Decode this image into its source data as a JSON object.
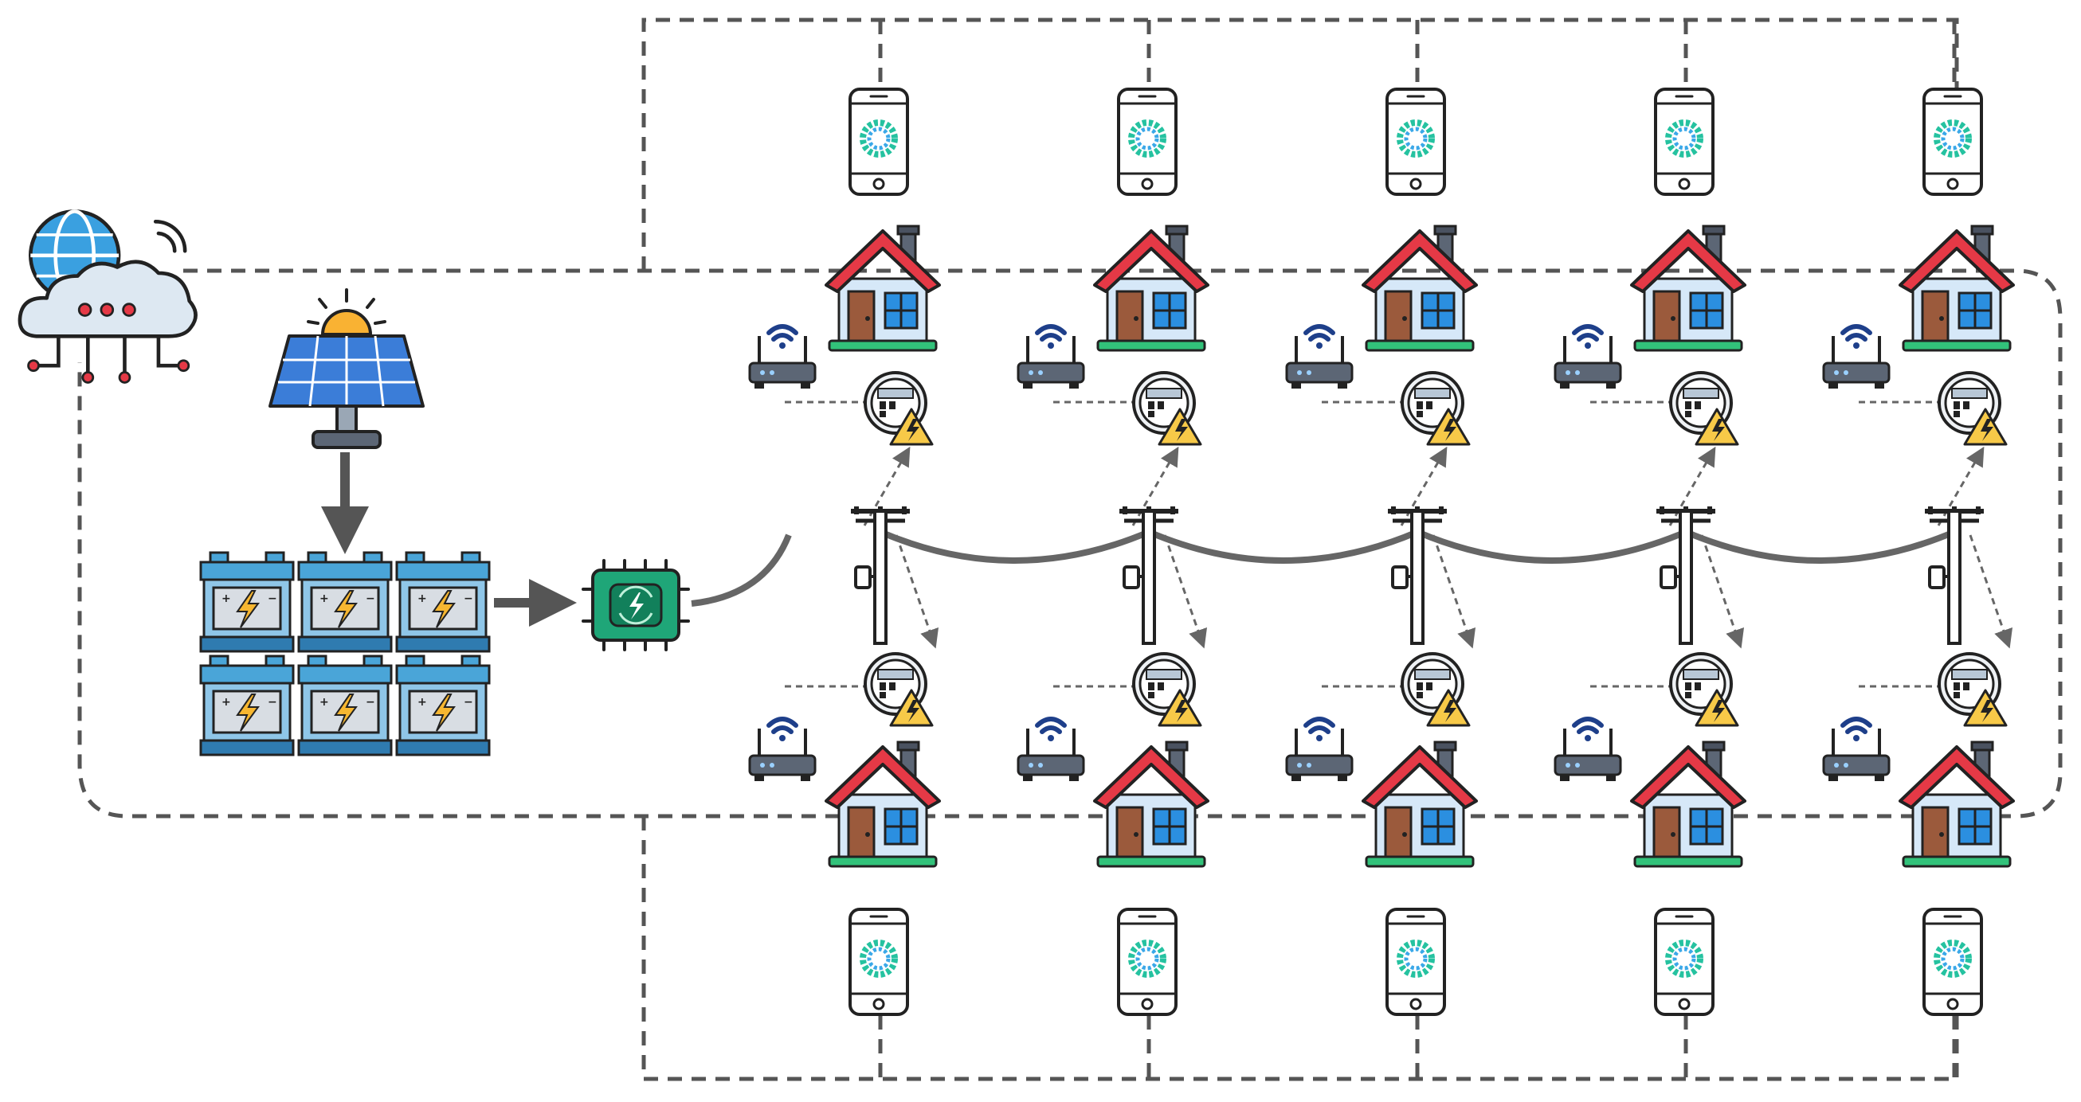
{
  "colors": {
    "dash_line": "#555555",
    "cable": "#666666",
    "arrow": "#555555",
    "roof": "#e53946",
    "house_wall": "#d6e8f8",
    "door": "#9b5a3c",
    "window": "#2b8fe0",
    "grass": "#32c27a",
    "phone_ring_a": "#25c2a0",
    "phone_ring_b": "#3aa8e8",
    "battery": "#4aa5d8",
    "battery_dark": "#2f7bb0",
    "bolt": "#f7b731",
    "inverter": "#1fa678",
    "router": "#5c6675",
    "wifi": "#1e3f8a",
    "warning": "#f7c948",
    "solar_panel": "#3b7dd8",
    "sun": "#f9b233",
    "cloud": "#dde8f2",
    "globe": "#3aa0e0"
  },
  "icons": {
    "cloud": "cloud-server-icon",
    "solar": "solar-panel-icon",
    "battery": "battery-bank-icon",
    "inverter": "inverter-chip-icon",
    "pole": "utility-pole-icon",
    "meter": "smart-meter-icon",
    "router": "wifi-router-icon",
    "house": "house-icon",
    "phone": "smartphone-app-icon"
  },
  "topology": {
    "homes_per_row": 5,
    "rows": 2,
    "battery_grid": [
      2,
      3
    ]
  }
}
